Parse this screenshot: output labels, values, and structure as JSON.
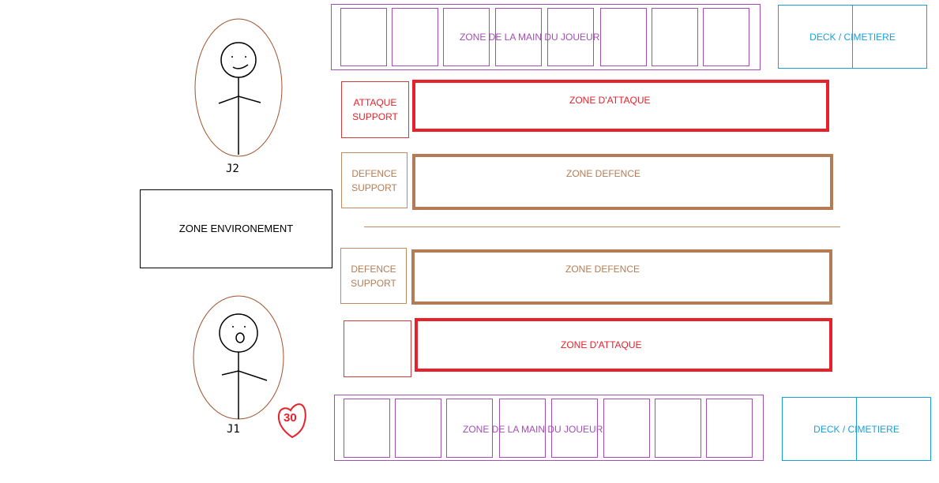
{
  "colors": {
    "hand": "#a14fb5",
    "deck": "#1aa0d8",
    "attack": "#e8202a",
    "defence": "#b47c55",
    "environment": "#000000"
  },
  "top_player": {
    "hand_label": "ZONE DE LA MAIN DU JOUEUR",
    "deck_label": "DECK / CIMETIERE",
    "attack_support_label_line1": "ATTAQUE",
    "attack_support_label_line2": "SUPPORT",
    "attack_zone_label": "ZONE D'ATTAQUE",
    "defence_support_label_line1": "DEFENCE",
    "defence_support_label_line2": "SUPPORT",
    "defence_zone_label": "ZONE DEFENCE",
    "player_tag": "J2"
  },
  "environment_label": "ZONE ENVIRONEMENT",
  "bottom_player": {
    "defence_support_label_line1": "DEFENCE",
    "defence_support_label_line2": "SUPPORT",
    "defence_zone_label": "ZONE DEFENCE",
    "attack_zone_label": "ZONE D'ATTAQUE",
    "hand_label": "ZONE DE LA MAIN DU JOUEUR",
    "deck_label": "DECK / CIMETIERE",
    "player_tag": "J1",
    "life_points": "30"
  }
}
